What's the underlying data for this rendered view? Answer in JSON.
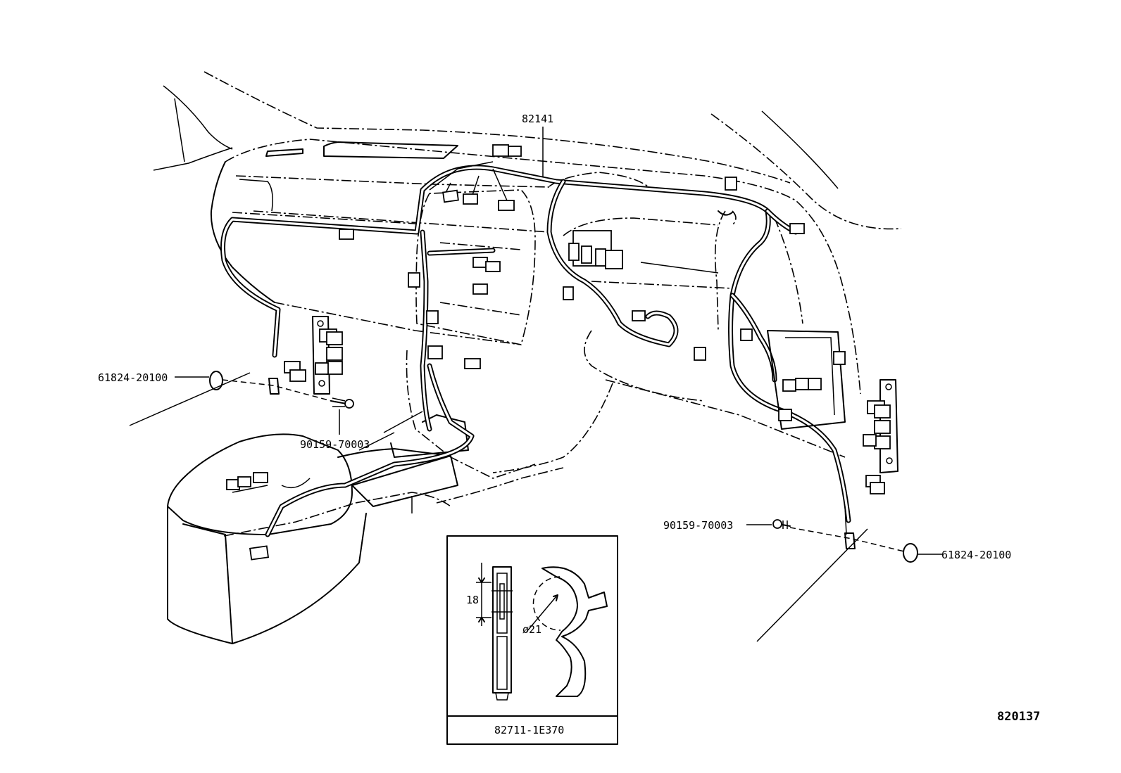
{
  "labels": {
    "harness_main": "82141",
    "grommet_left": "61824-20100",
    "bolt_left": "90159-70003",
    "bolt_right": "90159-70003",
    "grommet_right": "61824-20100",
    "inset_part": "82711-1E370",
    "inset_dim_height": "18",
    "inset_dim_diameter": "ø21",
    "diagram_id": "820137"
  }
}
